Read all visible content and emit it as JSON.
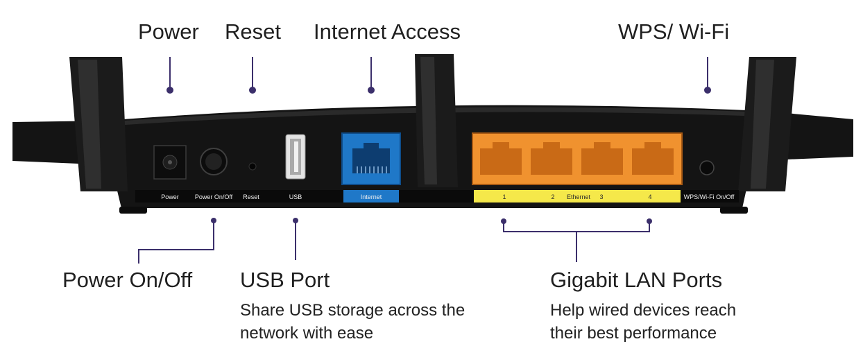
{
  "top_callouts": {
    "power": "Power",
    "reset": "Reset",
    "internet_access": "Internet Access",
    "wps_wifi": "WPS/ Wi-Fi"
  },
  "bottom_callouts": {
    "power_on_off": "Power On/Off",
    "usb_port": {
      "title": "USB Port",
      "desc_line1": "Share USB storage across the",
      "desc_line2": "network with ease"
    },
    "gigabit_lan": {
      "title": "Gigabit LAN Ports",
      "desc_line1": "Help wired devices reach",
      "desc_line2": "their best performance"
    }
  },
  "panel_labels": {
    "power": "Power",
    "power_on_off": "Power On/Off",
    "reset": "Reset",
    "usb": "USB",
    "internet": "Internet",
    "lan1": "1",
    "lan2": "2",
    "ethernet": "Ethernet",
    "lan3": "3",
    "lan4": "4",
    "wps_wifi_on_off": "WPS/Wi-Fi On/Off"
  },
  "colors": {
    "router_body": "#141414",
    "leader_line": "#3b2f6b",
    "internet_port": "#1f78c8",
    "lan_ports": "#f0922f",
    "lan_strip": "#f5e84a"
  }
}
